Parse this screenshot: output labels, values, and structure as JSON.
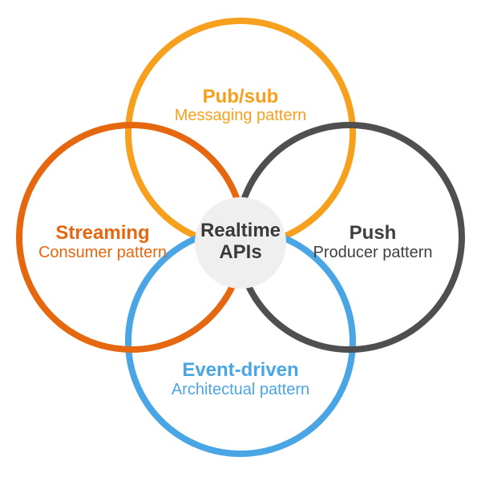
{
  "background_color": "#ffffff",
  "diagram": {
    "center": {
      "line1": "Realtime",
      "line2": "APIs",
      "disc_color": "#efefef",
      "text_color": "#3a3a3a"
    },
    "pubsub": {
      "title": "Pub/sub",
      "subtitle": "Messaging pattern",
      "color": "#f6a01e"
    },
    "streaming": {
      "title": "Streaming",
      "subtitle": "Consumer pattern",
      "color": "#e5670f"
    },
    "push": {
      "title": "Push",
      "subtitle": "Producer pattern",
      "stroke_color": "#4f4f4f",
      "text_color": "#3f3f3f"
    },
    "event_driven": {
      "title": "Event-driven",
      "subtitle": "Architectual pattern",
      "color": "#4aa5e5"
    }
  }
}
